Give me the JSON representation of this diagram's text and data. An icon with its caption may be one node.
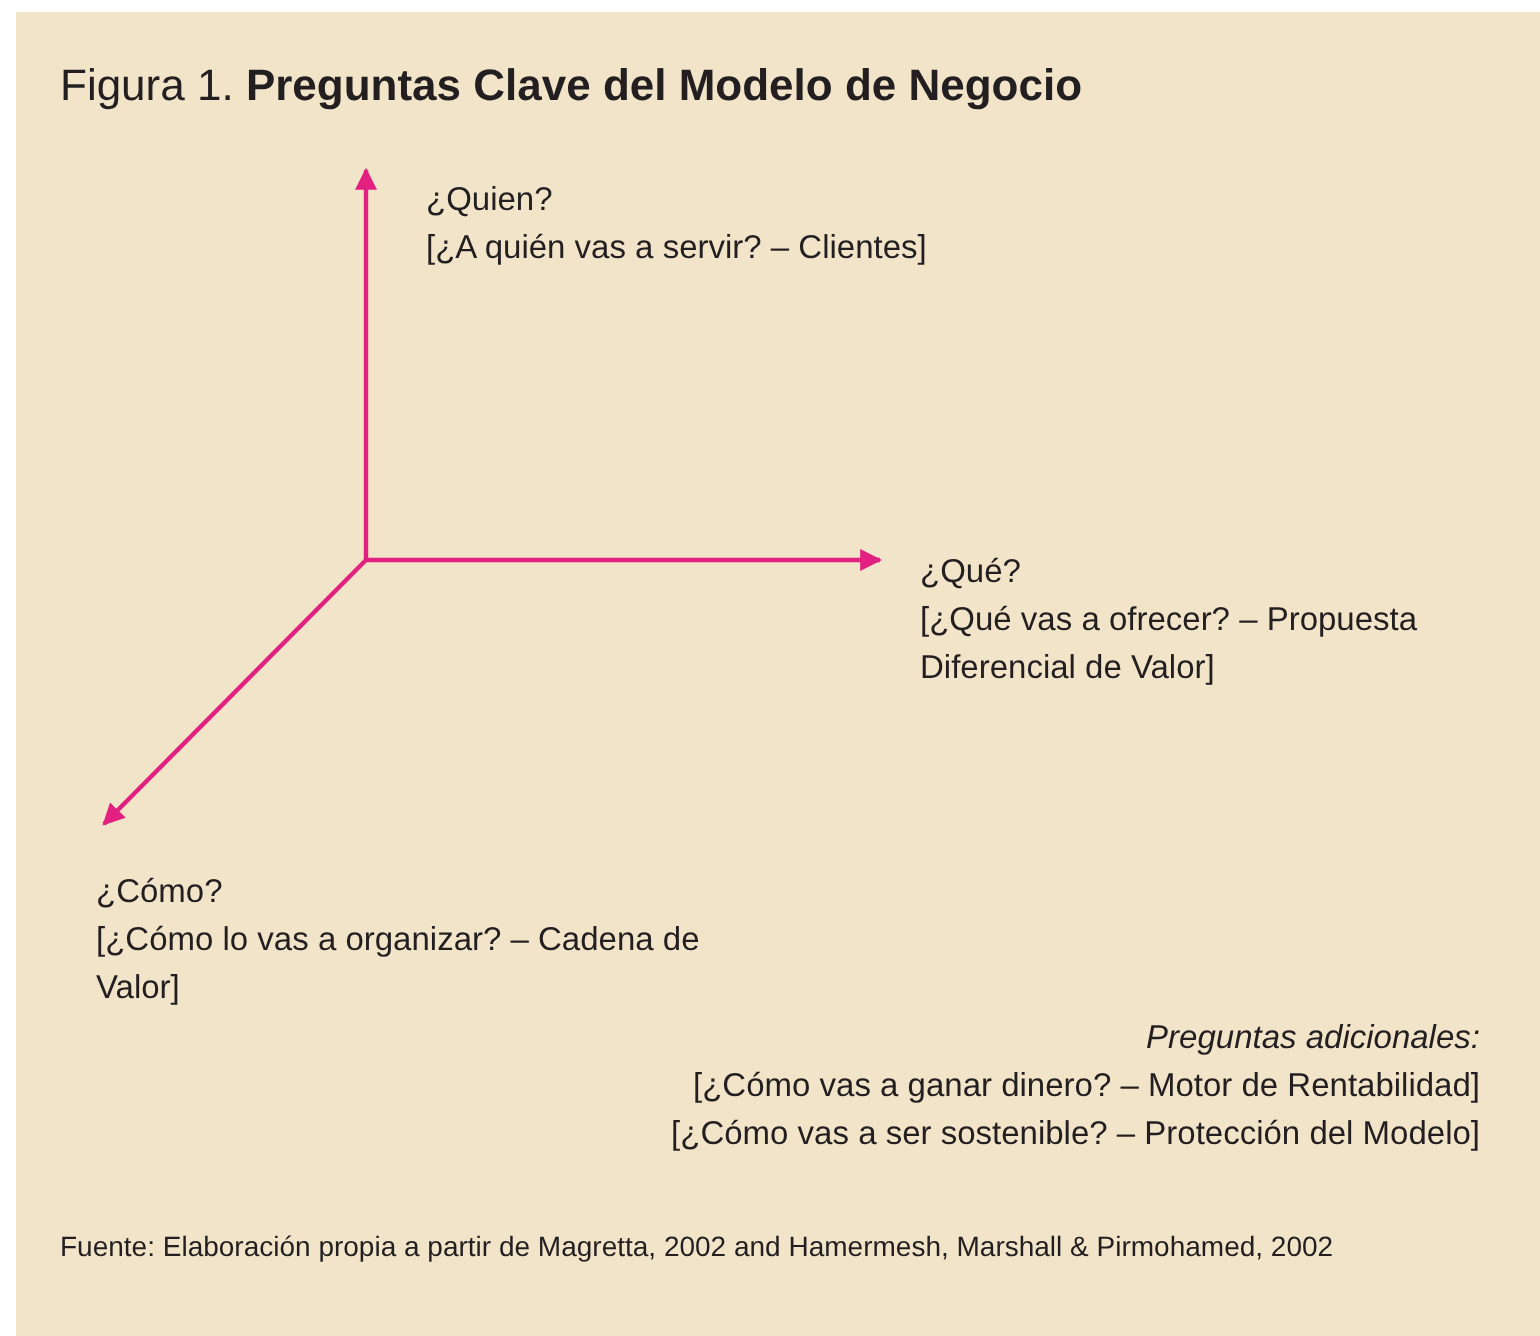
{
  "diagram": {
    "title": "Figura 1. **Preguntas Clave del Modelo de Negocio**",
    "nodes": [
      {
        "text": [
          "¿Quien?",
          "[¿A quién vas a servir? – Clientes]"
        ]
      },
      {
        "text": [
          "¿Qué?",
          "[¿Qué vas a ofrecer? – Propuesta Diferencial de Valor]"
        ]
      },
      {
        "text": [
          "¿Cómo?",
          "[¿Cómo lo vas a organizar? – Cadena de Valor]"
        ]
      }
    ],
    "edges": [
      {
        "from": null,
        "to": 0,
        "arrow": "to"
      },
      {
        "from": null,
        "to": 1,
        "arrow": "to"
      },
      {
        "from": null,
        "to": 2,
        "arrow": "to"
      }
    ],
    "labels": [
      "Preguntas adicionales:",
      "[¿Cómo vas a ganar dinero? – Motor de Rentabilidad]",
      "[¿Cómo vas a ser sostenible? – Protección del Modelo]"
    ],
    "caption": "Fuente: Elaboración propia a partir de Magretta, 2002 and Hamermesh, Marshall & Pirmohamed, 2002"
  }
}
